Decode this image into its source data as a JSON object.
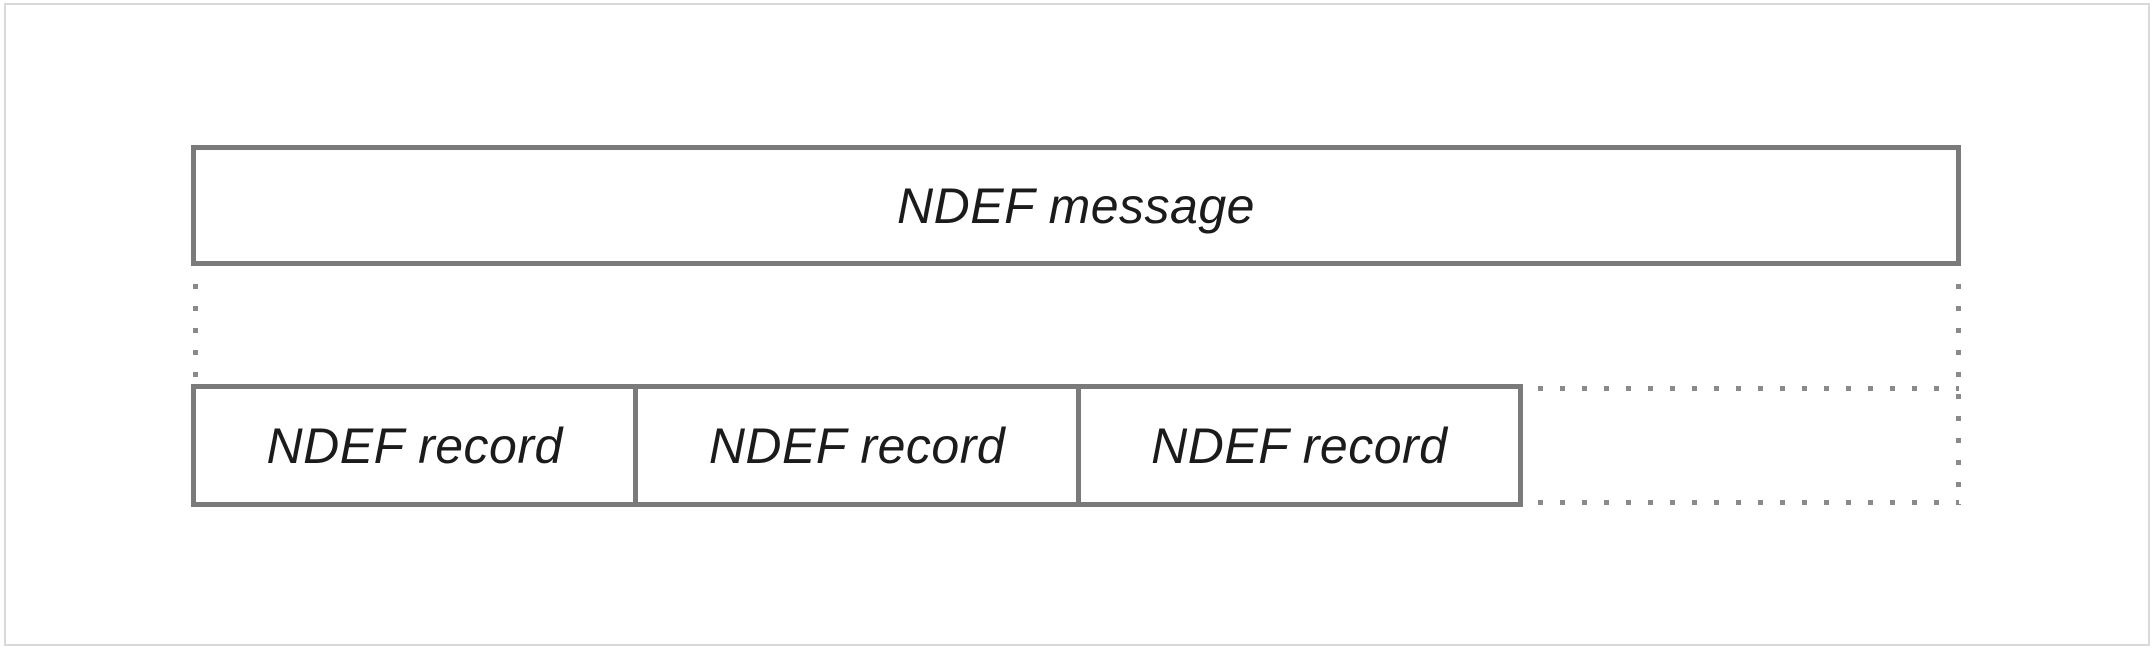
{
  "diagram": {
    "message_box": {
      "label": "NDEF message"
    },
    "records": [
      {
        "label": "NDEF record"
      },
      {
        "label": "NDEF record"
      },
      {
        "label": "NDEF record"
      }
    ],
    "connector_style": "dotted"
  },
  "colors": {
    "background": "#ffffff",
    "page-border": "#d9d9d9",
    "box-border": "#7a7a7a",
    "dot": "#8a8a8a",
    "text": "#1b1b1b"
  }
}
